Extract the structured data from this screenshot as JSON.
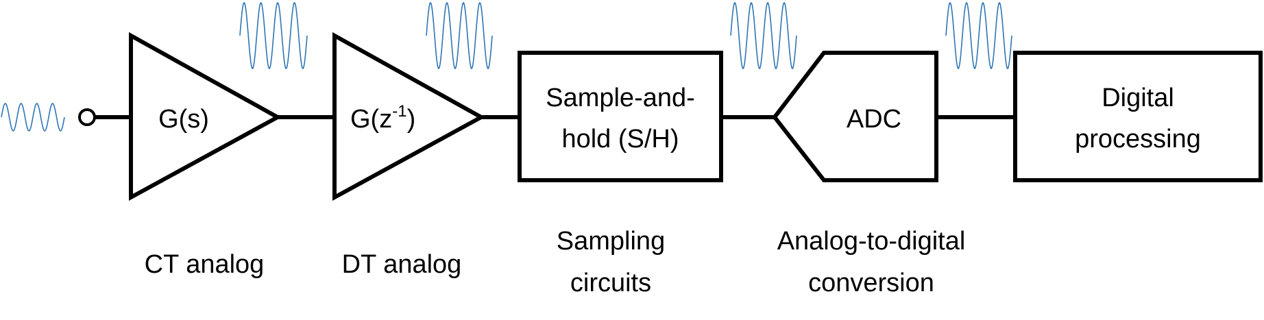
{
  "colors": {
    "stroke": "#000000",
    "waveform": "#2e75b6"
  },
  "blocks": {
    "ct_amp": {
      "label_main": "G(s)"
    },
    "dt_amp": {
      "label_main": "G(z",
      "label_sup": "-1",
      "label_end": ")"
    },
    "sh": {
      "line1": "Sample-and-",
      "line2": "hold (S/H)"
    },
    "adc": {
      "label": "ADC"
    },
    "dsp": {
      "line1": "Digital",
      "line2": "processing"
    }
  },
  "captions": {
    "ct": "CT analog",
    "dt": "DT analog",
    "sampling": {
      "line1": "Sampling",
      "line2": "circuits"
    },
    "adc": {
      "line1": "Analog-to-digital",
      "line2": "conversion"
    }
  }
}
